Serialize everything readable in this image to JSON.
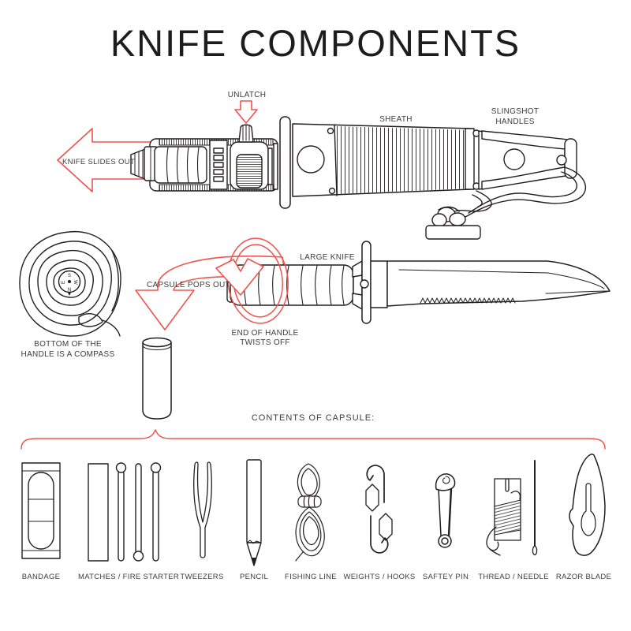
{
  "title": "KNIFE COMPONENTS",
  "colors": {
    "accent_red": "#f0534e",
    "ink": "#231f20",
    "text": "#3c3c3c"
  },
  "sheathed_knife": {
    "unlatch": "UNLATCH",
    "knife_slides_out": "KNIFE SLIDES OUT",
    "sheath": "SHEATH",
    "slingshot_handles": {
      "line1": "SLINGSHOT",
      "line2": "HANDLES"
    }
  },
  "knife": {
    "large_knife": "LARGE KNIFE",
    "capsule_pops_out": "CAPSULE POPS OUT",
    "end_of_handle": {
      "line1": "END OF HANDLE",
      "line2": "TWISTS OFF"
    },
    "compass_caption": {
      "line1": "BOTTOM OF THE",
      "line2": "HANDLE IS A COMPASS"
    },
    "compass_points": {
      "north": "N",
      "south": "S",
      "east": "E",
      "west": "W"
    }
  },
  "capsule_contents": {
    "heading": "CONTENTS OF CAPSULE:",
    "items": [
      {
        "id": "bandage",
        "label": "BANDAGE"
      },
      {
        "id": "matches",
        "label": "MATCHES / FIRE STARTER"
      },
      {
        "id": "tweezers",
        "label": "TWEEZERS"
      },
      {
        "id": "pencil",
        "label": "PENCIL"
      },
      {
        "id": "fishing-line",
        "label": "FISHING LINE"
      },
      {
        "id": "weights-hooks",
        "label": "WEIGHTS / HOOKS"
      },
      {
        "id": "saftey-pin",
        "label": "SAFTEY PIN"
      },
      {
        "id": "thread-needle",
        "label": "THREAD / NEEDLE"
      },
      {
        "id": "razor-blade",
        "label": "RAZOR BLADE"
      }
    ]
  }
}
